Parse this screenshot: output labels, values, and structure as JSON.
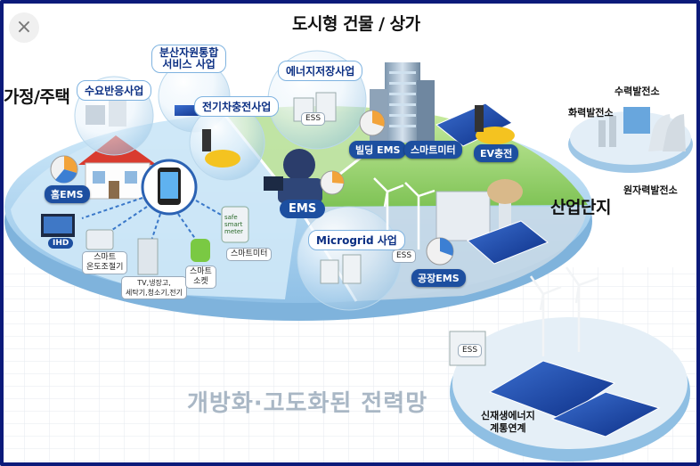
{
  "close_button": {
    "icon": "close-icon",
    "glyph": "×"
  },
  "regions": {
    "urban_commercial": "도시형 건물 / 상가",
    "home": "가정/주택",
    "industrial": "산업단지"
  },
  "bubbles": {
    "demand_response": "수요반응사업",
    "distributed_resources": "분산자원통합\n서비스 사업",
    "ev_charging_business": "전기차충전사업",
    "energy_storage": "에너지저장사업",
    "microgrid": "Microgrid 사업"
  },
  "center": {
    "ems": "EMS"
  },
  "building": {
    "building_ems": "빌딩 EMS",
    "smart_meter": "스마트미터",
    "ev_charge": "EV충전",
    "ess": "ESS"
  },
  "home_devices": {
    "home_ems": "홈EMS",
    "ihd": "IHD",
    "smart_thermostat": "스마트\n온도조절기",
    "appliances": "TV,냉장고,\n세탁기,청소기,전기",
    "smart_socket": "스마트\n소켓",
    "smart_meter": "스마트미터",
    "meter_face": "safe\nsmart\nmeter"
  },
  "industrial": {
    "factory_ems": "공장EMS",
    "ess": "ESS"
  },
  "power_plants": {
    "hydro": "수력발전소",
    "thermal": "화력발전소",
    "nuclear": "원자력발전소"
  },
  "renewable": {
    "grid_link": "신재생에너지\n계통연계",
    "ess": "ESS"
  },
  "tagline": "개방화·고도화된 전력망",
  "colors": {
    "frame": "#0b1a7a",
    "chip": "#1d4fa0",
    "disk_blue": "#a9d0ef",
    "disk_green": "#9ed86f",
    "tagline": "#a9b7c5"
  }
}
